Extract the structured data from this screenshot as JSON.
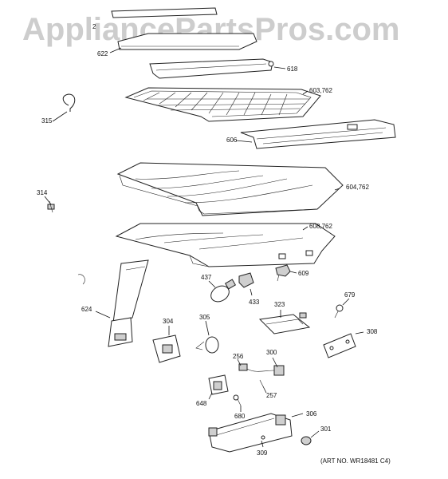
{
  "watermark": "AppliancePartsPros.com",
  "art_number": "(ART NO. WR18481 C4)",
  "callouts": {
    "c_top": "2",
    "c622": "622",
    "c618": "618",
    "c603": "603,762",
    "c315": "315",
    "c606": "606",
    "c314": "314",
    "c604": "604,762",
    "c608": "608,762",
    "c609": "609",
    "c437": "437",
    "c433": "433",
    "c624": "624",
    "c323": "323",
    "c679": "679",
    "c304": "304",
    "c305": "305",
    "c308": "308",
    "c256": "256",
    "c300": "300",
    "c257": "257",
    "c648": "648",
    "c680": "680",
    "c306": "306",
    "c301": "301",
    "c309": "309"
  }
}
